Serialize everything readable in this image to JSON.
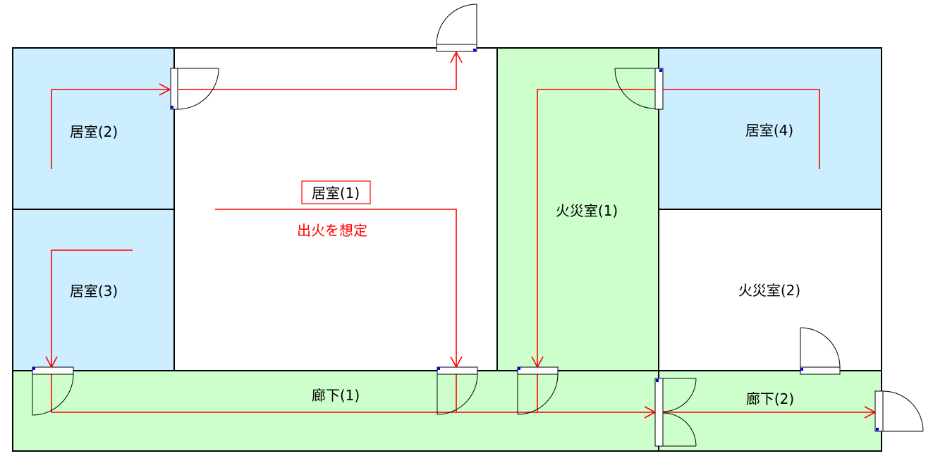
{
  "rooms": {
    "kyoshitsu_1": {
      "label": "居室(1)",
      "fill": "#ffffff"
    },
    "kyoshitsu_2": {
      "label": "居室(2)",
      "fill": "#cceeff"
    },
    "kyoshitsu_3": {
      "label": "居室(3)",
      "fill": "#cceeff"
    },
    "kyoshitsu_4": {
      "label": "居室(4)",
      "fill": "#cceeff"
    },
    "kasaishitsu_1": {
      "label": "火災室(1)",
      "fill": "#ccffcc"
    },
    "kasaishitsu_2": {
      "label": "火災室(2)",
      "fill": "#ffffff"
    },
    "rouka_1": {
      "label": "廊下(1)",
      "fill": "#ccffcc"
    },
    "rouka_2": {
      "label": "廊下(2)",
      "fill": "#ccffcc"
    }
  },
  "annotations": {
    "fire_origin": "出火を想定"
  },
  "colors": {
    "evacuation_route": "#ff0000",
    "fire_origin_marker": "#ff0000",
    "door_hinge": "#0000ff"
  }
}
